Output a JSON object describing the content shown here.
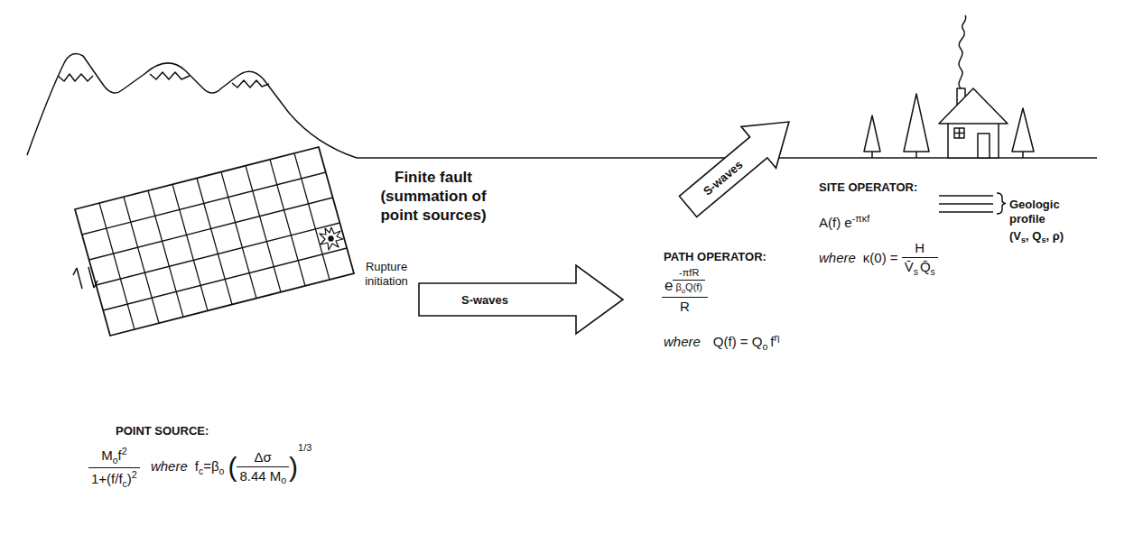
{
  "diagram": {
    "nodes": [
      {
        "text": [
          "S-waves"
        ]
      },
      {
        "text": [
          "S-waves"
        ]
      }
    ],
    "labels": [
      "Finite fault (summation of point sources)",
      "Rupture initiation",
      "POINT SOURCE:",
      "M",
      "o",
      "f",
      "2",
      "1+(f/f",
      "c",
      ")",
      "2",
      "where",
      "f",
      "c",
      "=β",
      "o",
      "(",
      "Δσ",
      "8.44 M",
      "o",
      ")",
      "1/3",
      "PATH OPERATOR:",
      "-πfR",
      "e",
      "β",
      "o",
      "Q(f)",
      "R",
      "where",
      "Q(f) = Q",
      "o",
      "f",
      "η",
      "SITE OPERATOR:",
      "A(f) e",
      "-πκf",
      "where",
      "κ(0) =",
      "H",
      "V̄",
      "s",
      "Q̄",
      "s",
      "Geologic profile",
      "(V",
      "s",
      ", Q",
      "s",
      ", ρ)"
    ]
  }
}
